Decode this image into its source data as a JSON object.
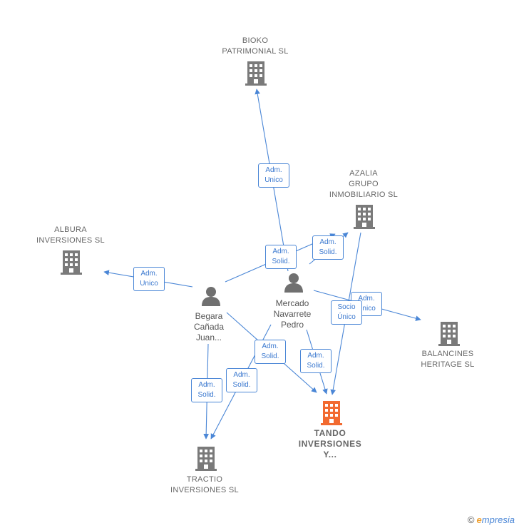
{
  "colors": {
    "edge": "#4a86d6",
    "company_icon": "#7a7a7a",
    "main_company_icon": "#f26a30",
    "person_icon": "#707070"
  },
  "companies": {
    "bioko": {
      "line1": "BIOKO",
      "line2": "PATRIMONIAL SL"
    },
    "azalia": {
      "line1": "AZALIA",
      "line2": "GRUPO",
      "line3": "INMOBILIARIO SL"
    },
    "albura": {
      "line1": "ALBURA",
      "line2": "INVERSIONES SL"
    },
    "balancines": {
      "line1": "BALANCINES",
      "line2": "HERITAGE  SL"
    },
    "tando": {
      "line1": "TANDO",
      "line2": "INVERSIONES",
      "line3": "Y..."
    },
    "tractio": {
      "line1": "TRACTIO",
      "line2": "INVERSIONES SL"
    }
  },
  "persons": {
    "begara": {
      "line1": "Begara",
      "line2": "Cañada",
      "line3": "Juan..."
    },
    "mercado": {
      "line1": "Mercado",
      "line2": "Navarrete",
      "line3": "Pedro"
    }
  },
  "badges": [
    {
      "line1": "Adm.",
      "line2": "Unico"
    },
    {
      "line1": "Adm.",
      "line2": "Solid."
    },
    {
      "line1": "Adm.",
      "line2": "Solid."
    },
    {
      "line1": "Adm.",
      "line2": "Unico"
    },
    {
      "line1": "Adm.",
      "line2": "Unico"
    },
    {
      "line1": "Socio",
      "line2": "Único"
    },
    {
      "line1": "Adm.",
      "line2": "Solid."
    },
    {
      "line1": "Adm.",
      "line2": "Solid."
    },
    {
      "line1": "Adm.",
      "line2": "Solid."
    },
    {
      "line1": "Adm.",
      "line2": "Solid."
    }
  ],
  "footer": {
    "copyright": "©",
    "brand_initial": "e",
    "brand_rest": "mpresia"
  }
}
